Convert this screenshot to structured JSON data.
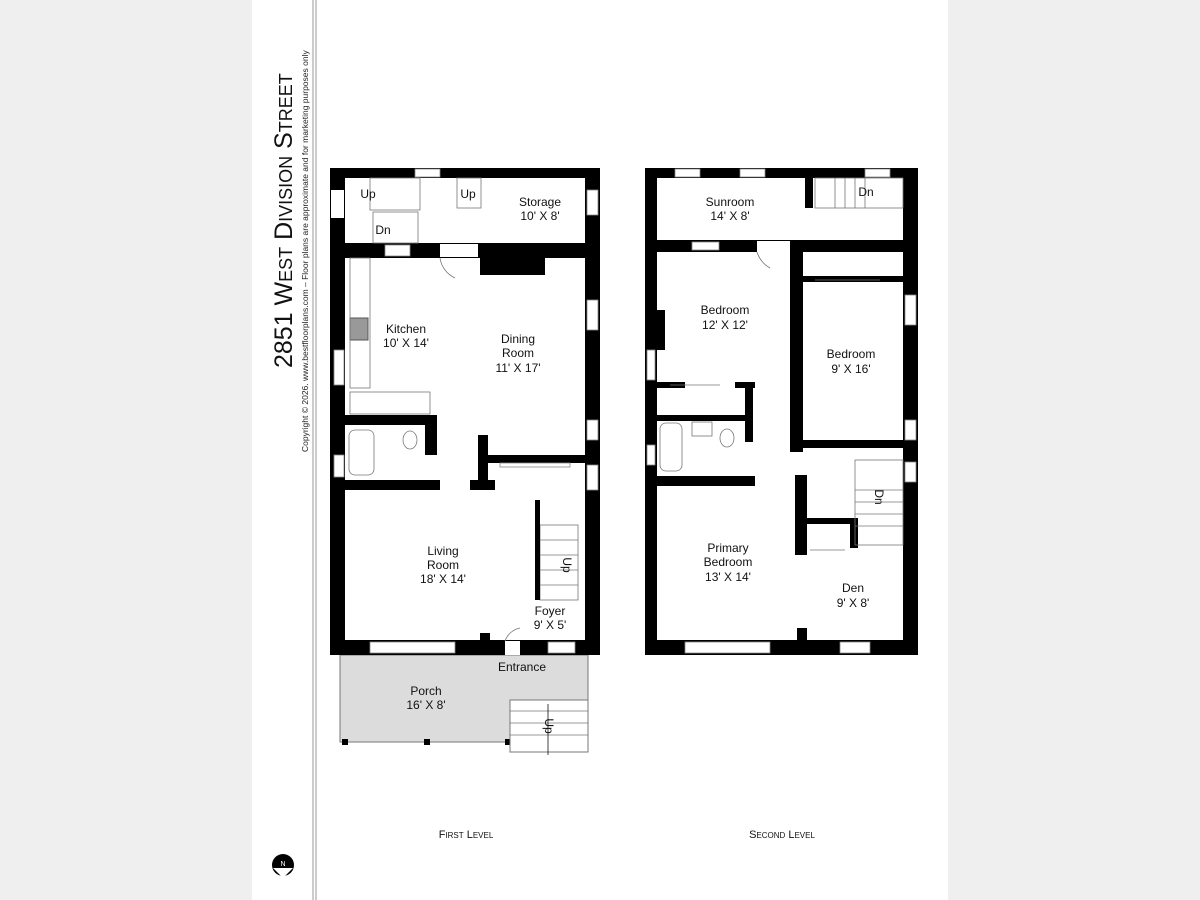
{
  "title": "2851 West Division Street",
  "copyright": "Copyright © 2026. www.bestfloorplans.com – Floor plans are approximate and for marketing purposes only",
  "compass": "N",
  "first_level": {
    "label": "First Level",
    "rooms": [
      {
        "name": "Storage",
        "size": "10' X 8'"
      },
      {
        "name": "Kitchen",
        "size": "10' X 14'"
      },
      {
        "name": "Dining",
        "name2": "Room",
        "size": "11' X 17'"
      },
      {
        "name": "Living",
        "name2": "Room",
        "size": "18' X 14'"
      },
      {
        "name": "Foyer",
        "size": "9' X 5'"
      },
      {
        "name": "Entrance"
      },
      {
        "name": "Porch",
        "size": "16' X 8'"
      }
    ],
    "stairs": [
      "Up",
      "Up",
      "Dn",
      "Up",
      "Up"
    ]
  },
  "second_level": {
    "label": "Second Level",
    "rooms": [
      {
        "name": "Sunroom",
        "size": "14' X 8'"
      },
      {
        "name": "Bedroom",
        "size": "12' X 12'"
      },
      {
        "name": "Bedroom",
        "size": "9' X 16'"
      },
      {
        "name": "Primary",
        "name2": "Bedroom",
        "size": "13' X 14'"
      },
      {
        "name": "Den",
        "size": "9' X 8'"
      }
    ],
    "stairs": [
      "Dn",
      "Dn"
    ]
  },
  "colors": {
    "wall": "#000000",
    "porch": "#dcdcdc",
    "background": "#efefef"
  }
}
